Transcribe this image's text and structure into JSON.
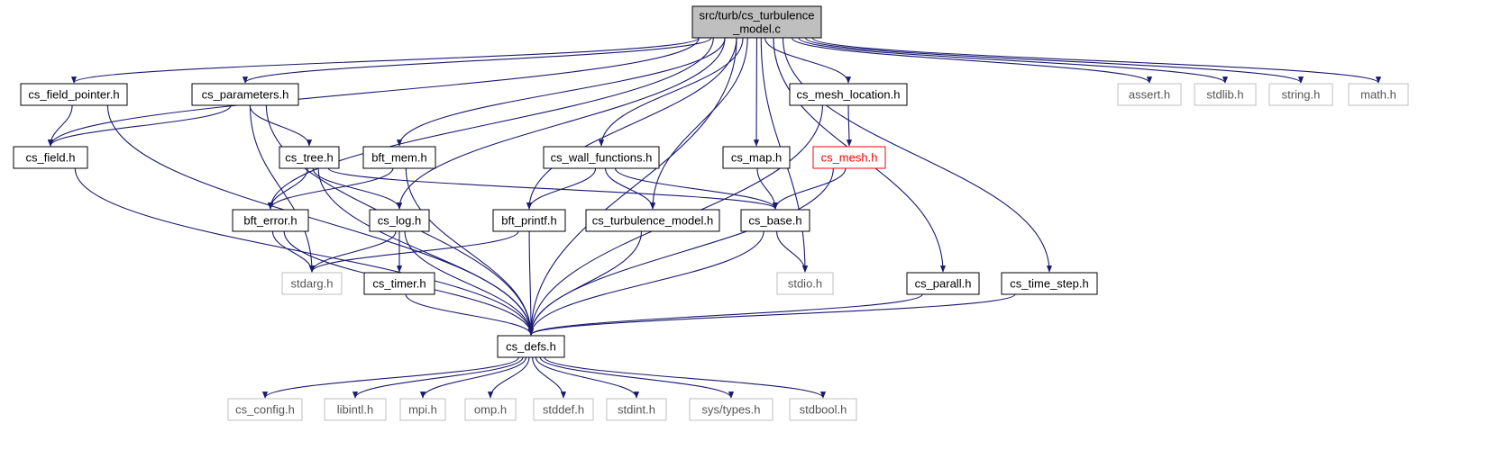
{
  "graph": {
    "colors": {
      "edge": "#191970",
      "root_fill": "#bfbfbf",
      "external_border": "#bfbfbf",
      "highlight_border": "#ff0000"
    },
    "nodes": [
      {
        "id": "root",
        "lines": [
          "src/turb/cs_turbulence",
          "_model.c"
        ],
        "style": "root"
      },
      {
        "id": "cs_field_pointer_h",
        "lines": [
          "cs_field_pointer.h"
        ],
        "style": "normal"
      },
      {
        "id": "cs_parameters_h",
        "lines": [
          "cs_parameters.h"
        ],
        "style": "normal"
      },
      {
        "id": "cs_mesh_location_h",
        "lines": [
          "cs_mesh_location.h"
        ],
        "style": "normal"
      },
      {
        "id": "assert_h",
        "lines": [
          "assert.h"
        ],
        "style": "external"
      },
      {
        "id": "stdlib_h",
        "lines": [
          "stdlib.h"
        ],
        "style": "external"
      },
      {
        "id": "string_h",
        "lines": [
          "string.h"
        ],
        "style": "external"
      },
      {
        "id": "math_h",
        "lines": [
          "math.h"
        ],
        "style": "external"
      },
      {
        "id": "cs_field_h",
        "lines": [
          "cs_field.h"
        ],
        "style": "normal"
      },
      {
        "id": "cs_tree_h",
        "lines": [
          "cs_tree.h"
        ],
        "style": "normal"
      },
      {
        "id": "bft_mem_h",
        "lines": [
          "bft_mem.h"
        ],
        "style": "normal"
      },
      {
        "id": "cs_wall_functions_h",
        "lines": [
          "cs_wall_functions.h"
        ],
        "style": "normal"
      },
      {
        "id": "cs_map_h",
        "lines": [
          "cs_map.h"
        ],
        "style": "normal"
      },
      {
        "id": "cs_mesh_h",
        "lines": [
          "cs_mesh.h"
        ],
        "style": "highlight"
      },
      {
        "id": "bft_error_h",
        "lines": [
          "bft_error.h"
        ],
        "style": "normal"
      },
      {
        "id": "cs_log_h",
        "lines": [
          "cs_log.h"
        ],
        "style": "normal"
      },
      {
        "id": "bft_printf_h",
        "lines": [
          "bft_printf.h"
        ],
        "style": "normal"
      },
      {
        "id": "cs_turbulence_model_h",
        "lines": [
          "cs_turbulence_model.h"
        ],
        "style": "normal"
      },
      {
        "id": "cs_base_h",
        "lines": [
          "cs_base.h"
        ],
        "style": "normal"
      },
      {
        "id": "stdarg_h",
        "lines": [
          "stdarg.h"
        ],
        "style": "external"
      },
      {
        "id": "cs_timer_h",
        "lines": [
          "cs_timer.h"
        ],
        "style": "normal"
      },
      {
        "id": "stdio_h",
        "lines": [
          "stdio.h"
        ],
        "style": "external"
      },
      {
        "id": "cs_parall_h",
        "lines": [
          "cs_parall.h"
        ],
        "style": "normal"
      },
      {
        "id": "cs_time_step_h",
        "lines": [
          "cs_time_step.h"
        ],
        "style": "normal"
      },
      {
        "id": "cs_defs_h",
        "lines": [
          "cs_defs.h"
        ],
        "style": "normal"
      },
      {
        "id": "cs_config_h",
        "lines": [
          "cs_config.h"
        ],
        "style": "external"
      },
      {
        "id": "libintl_h",
        "lines": [
          "libintl.h"
        ],
        "style": "external"
      },
      {
        "id": "mpi_h",
        "lines": [
          "mpi.h"
        ],
        "style": "external"
      },
      {
        "id": "omp_h",
        "lines": [
          "omp.h"
        ],
        "style": "external"
      },
      {
        "id": "stddef_h",
        "lines": [
          "stddef.h"
        ],
        "style": "external"
      },
      {
        "id": "stdint_h",
        "lines": [
          "stdint.h"
        ],
        "style": "external"
      },
      {
        "id": "sys_types_h",
        "lines": [
          "sys/types.h"
        ],
        "style": "external"
      },
      {
        "id": "stdbool_h",
        "lines": [
          "stdbool.h"
        ],
        "style": "external"
      }
    ],
    "edges": [
      [
        "root",
        "cs_field_pointer_h"
      ],
      [
        "root",
        "cs_parameters_h"
      ],
      [
        "root",
        "cs_mesh_location_h"
      ],
      [
        "root",
        "assert_h"
      ],
      [
        "root",
        "stdlib_h"
      ],
      [
        "root",
        "string_h"
      ],
      [
        "root",
        "math_h"
      ],
      [
        "root",
        "cs_field_h"
      ],
      [
        "root",
        "bft_mem_h"
      ],
      [
        "root",
        "cs_wall_functions_h"
      ],
      [
        "root",
        "cs_map_h"
      ],
      [
        "root",
        "bft_error_h"
      ],
      [
        "root",
        "cs_log_h"
      ],
      [
        "root",
        "bft_printf_h"
      ],
      [
        "root",
        "cs_turbulence_model_h"
      ],
      [
        "root",
        "stdio_h"
      ],
      [
        "root",
        "cs_parall_h"
      ],
      [
        "root",
        "cs_time_step_h"
      ],
      [
        "root",
        "cs_defs_h"
      ],
      [
        "cs_field_pointer_h",
        "cs_field_h"
      ],
      [
        "cs_field_pointer_h",
        "cs_defs_h"
      ],
      [
        "cs_parameters_h",
        "cs_field_h"
      ],
      [
        "cs_parameters_h",
        "cs_tree_h"
      ],
      [
        "cs_parameters_h",
        "stdarg_h"
      ],
      [
        "cs_parameters_h",
        "cs_defs_h"
      ],
      [
        "cs_mesh_location_h",
        "cs_mesh_h"
      ],
      [
        "cs_mesh_location_h",
        "cs_defs_h"
      ],
      [
        "cs_field_h",
        "cs_defs_h"
      ],
      [
        "cs_tree_h",
        "bft_error_h"
      ],
      [
        "cs_tree_h",
        "cs_log_h"
      ],
      [
        "cs_tree_h",
        "cs_base_h"
      ],
      [
        "cs_tree_h",
        "cs_defs_h"
      ],
      [
        "bft_mem_h",
        "bft_error_h"
      ],
      [
        "bft_mem_h",
        "cs_defs_h"
      ],
      [
        "cs_wall_functions_h",
        "bft_printf_h"
      ],
      [
        "cs_wall_functions_h",
        "cs_turbulence_model_h"
      ],
      [
        "cs_wall_functions_h",
        "cs_base_h"
      ],
      [
        "cs_map_h",
        "cs_base_h"
      ],
      [
        "cs_mesh_h",
        "cs_base_h"
      ],
      [
        "cs_mesh_h",
        "cs_defs_h"
      ],
      [
        "bft_error_h",
        "stdarg_h"
      ],
      [
        "bft_error_h",
        "cs_defs_h"
      ],
      [
        "cs_log_h",
        "stdarg_h"
      ],
      [
        "cs_log_h",
        "cs_timer_h"
      ],
      [
        "cs_log_h",
        "cs_defs_h"
      ],
      [
        "bft_printf_h",
        "stdarg_h"
      ],
      [
        "bft_printf_h",
        "cs_defs_h"
      ],
      [
        "cs_turbulence_model_h",
        "cs_defs_h"
      ],
      [
        "cs_base_h",
        "stdio_h"
      ],
      [
        "cs_base_h",
        "cs_defs_h"
      ],
      [
        "cs_timer_h",
        "cs_defs_h"
      ],
      [
        "cs_parall_h",
        "cs_defs_h"
      ],
      [
        "cs_time_step_h",
        "cs_defs_h"
      ],
      [
        "cs_defs_h",
        "cs_config_h"
      ],
      [
        "cs_defs_h",
        "libintl_h"
      ],
      [
        "cs_defs_h",
        "mpi_h"
      ],
      [
        "cs_defs_h",
        "omp_h"
      ],
      [
        "cs_defs_h",
        "stddef_h"
      ],
      [
        "cs_defs_h",
        "stdint_h"
      ],
      [
        "cs_defs_h",
        "sys_types_h"
      ],
      [
        "cs_defs_h",
        "stdbool_h"
      ]
    ]
  }
}
